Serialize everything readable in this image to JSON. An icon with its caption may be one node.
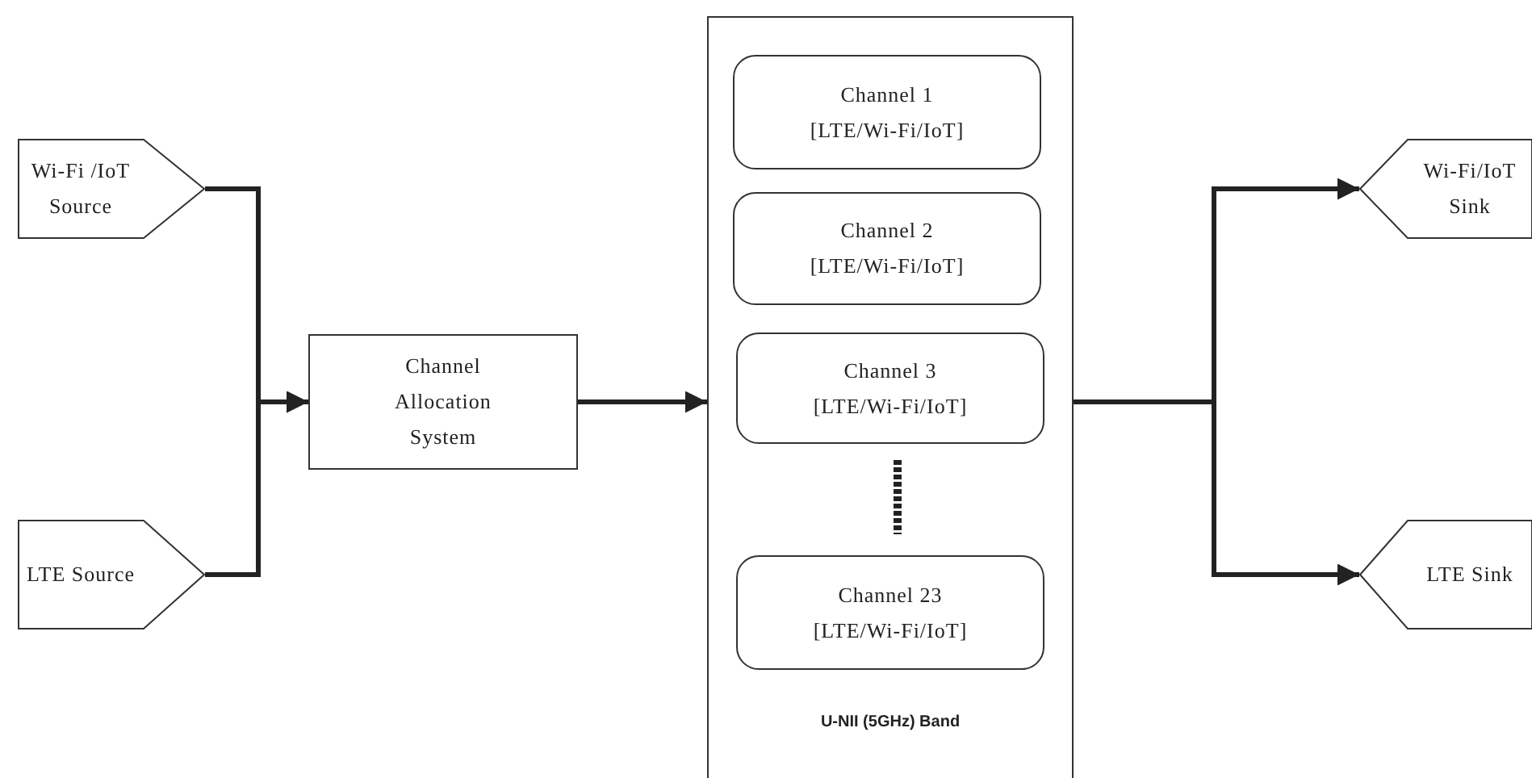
{
  "diagram": {
    "nodes": [
      {
        "text": [
          "Wi-Fi /IoT Source"
        ]
      },
      {
        "text": [
          "LTE Source"
        ]
      },
      {
        "text": [
          "Channel Allocation System"
        ]
      },
      {
        "text": [
          "U-NII (5GHz) Band"
        ]
      },
      {
        "text": [
          "Channel 1",
          "[LTE/Wi-Fi/IoT]"
        ],
        "in": 3
      },
      {
        "text": [
          "Channel 2",
          "[LTE/Wi-Fi/IoT]"
        ],
        "in": 3
      },
      {
        "text": [
          "Channel 3",
          "[LTE/Wi-Fi/IoT]"
        ],
        "in": 3
      },
      {
        "text": [
          "Channel 23",
          "[LTE/Wi-Fi/IoT]"
        ],
        "in": 3
      },
      {
        "text": [
          "Wi-Fi/IoT Sink"
        ]
      },
      {
        "text": [
          "LTE Sink"
        ]
      }
    ],
    "edges": [
      {
        "from": 0,
        "to": 2,
        "arrow": "to"
      },
      {
        "from": 1,
        "to": 2,
        "arrow": "to"
      },
      {
        "from": 2,
        "to": 3,
        "arrow": "to"
      },
      {
        "from": 3,
        "to": 8,
        "arrow": "to"
      },
      {
        "from": 3,
        "to": 9,
        "arrow": "to"
      }
    ]
  }
}
